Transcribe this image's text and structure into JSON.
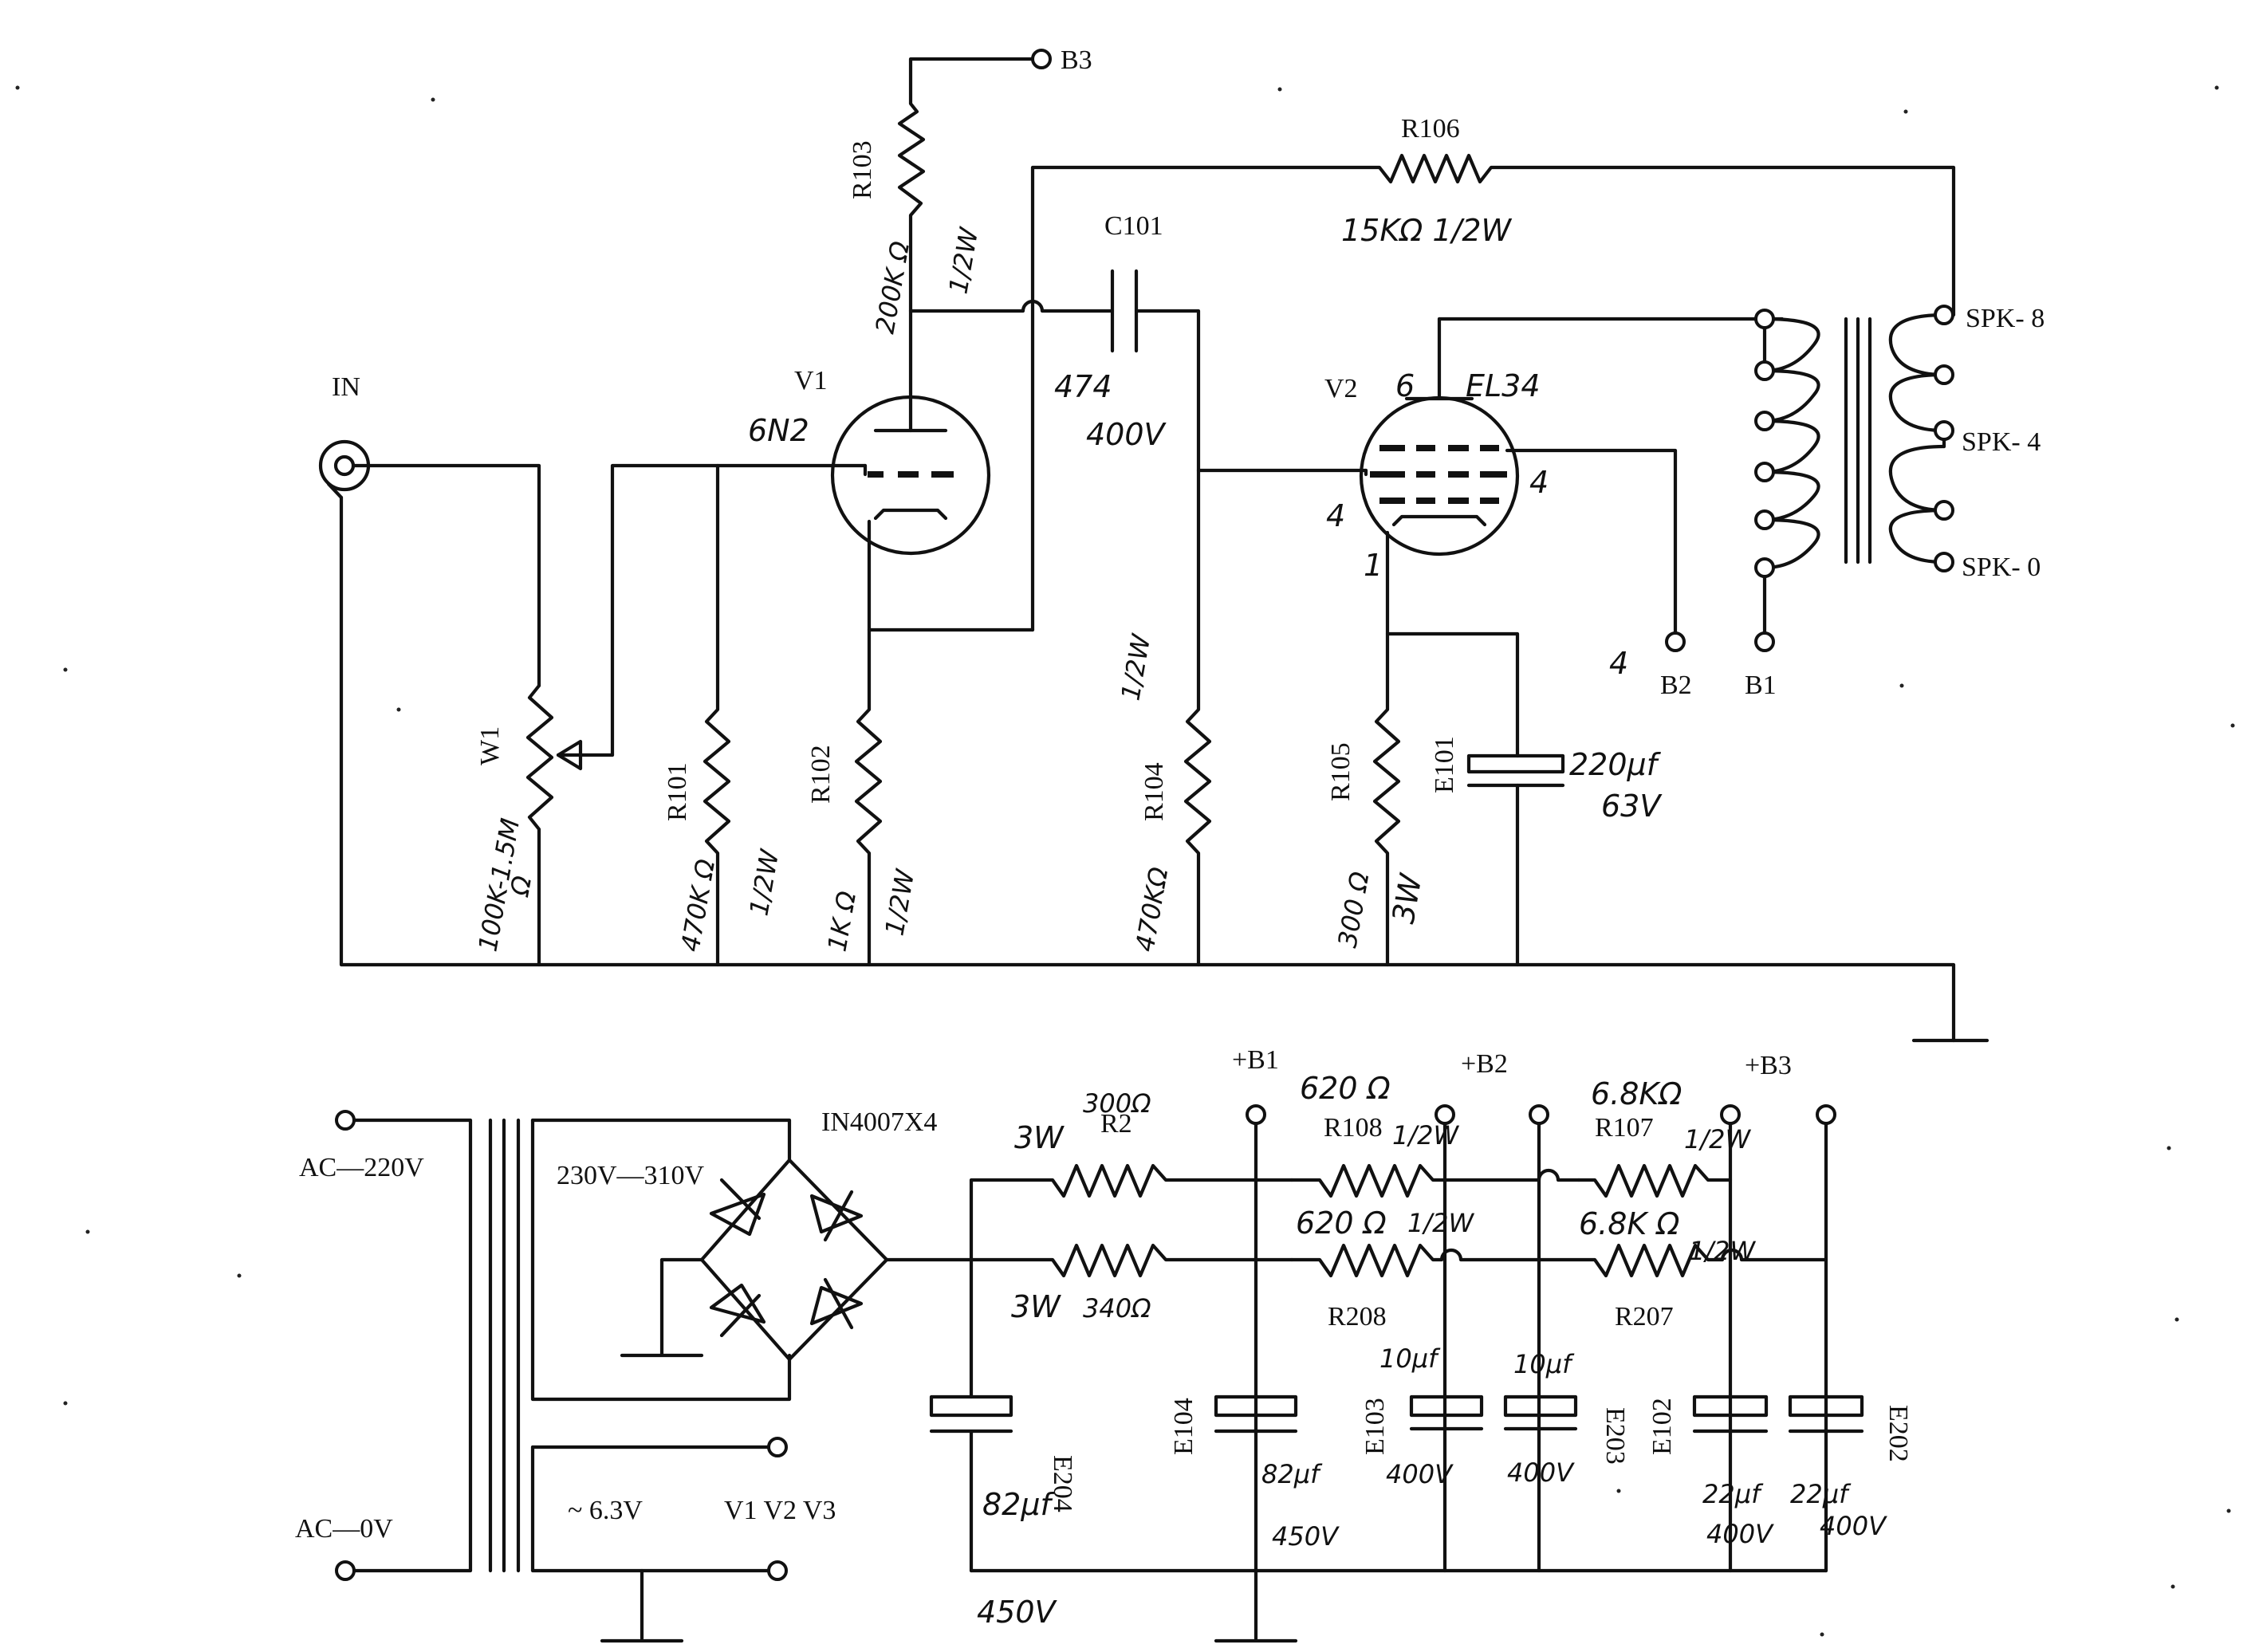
{
  "signal_stage": {
    "input": "IN",
    "b3_terminal": "B3",
    "r103": {
      "ref": "R103",
      "value": "200K Ω",
      "power": "1/2W"
    },
    "r106": {
      "ref": "R106",
      "value": "15KΩ 1/2W"
    },
    "c101": {
      "ref": "C101",
      "value": "474",
      "voltage": "400V"
    },
    "v1": {
      "ref": "V1",
      "type": "6N2"
    },
    "v2": {
      "ref": "V2",
      "pin_top": "6",
      "type": "EL34",
      "pin_grid": "4",
      "pin_screen": "4",
      "pin_cathode": "1"
    },
    "w1": {
      "ref": "W1",
      "value": "100K-1.5M",
      "unit": "Ω"
    },
    "r101": {
      "ref": "R101",
      "value": "470K Ω",
      "power": "1/2W"
    },
    "r102": {
      "ref": "R102",
      "value": "1K Ω",
      "power": "1/2W"
    },
    "r104": {
      "ref": "R104",
      "value": "470KΩ",
      "power": "1/2W"
    },
    "r105": {
      "ref": "R105",
      "value": "300 Ω",
      "power": "3W"
    },
    "e101": {
      "ref": "E101",
      "value": "220μf",
      "voltage": "63V"
    },
    "b2_terminal": "B2",
    "b2_pin": "4",
    "b1_terminal": "B1",
    "spk_8": "SPK- 8",
    "spk_4": "SPK- 4",
    "spk_0": "SPK- 0"
  },
  "power_supply": {
    "ac_220": "AC—220V",
    "ac_0": "AC—0V",
    "sec_hv": "230V—310V",
    "sec_heater": "~ 6.3V",
    "heaters": "V1  V2  V3",
    "bridge": "IN4007X4",
    "r2": {
      "ref": "R2",
      "power": "3W",
      "value": "300Ω"
    },
    "r3": {
      "power": "3W",
      "value": "340Ω"
    },
    "r108": {
      "ref": "R108",
      "value": "620 Ω",
      "power": "1/2W"
    },
    "r208": {
      "ref": "R208",
      "value": "620 Ω",
      "power": "1/2W"
    },
    "r107": {
      "ref": "R107",
      "value": "6.8KΩ",
      "power": "1/2W"
    },
    "r207": {
      "ref": "R207",
      "value": "6.8K Ω",
      "power": "1/2W"
    },
    "plus_b1": "+B1",
    "plus_b2": "+B2",
    "plus_b3": "+B3",
    "e204": {
      "ref": "E204",
      "value": "82μf",
      "voltage": "450V"
    },
    "e104": {
      "ref": "E104",
      "value": "82μf",
      "voltage": "450V"
    },
    "e103": {
      "ref": "E103",
      "value": "10μf",
      "voltage": "400V"
    },
    "e203": {
      "ref": "E203",
      "value": "10μf",
      "voltage": "400V"
    },
    "e102": {
      "ref": "E102",
      "value": "22μf",
      "voltage": "400V"
    },
    "e202": {
      "ref": "E202",
      "value": "22μf",
      "voltage": "400V"
    }
  }
}
